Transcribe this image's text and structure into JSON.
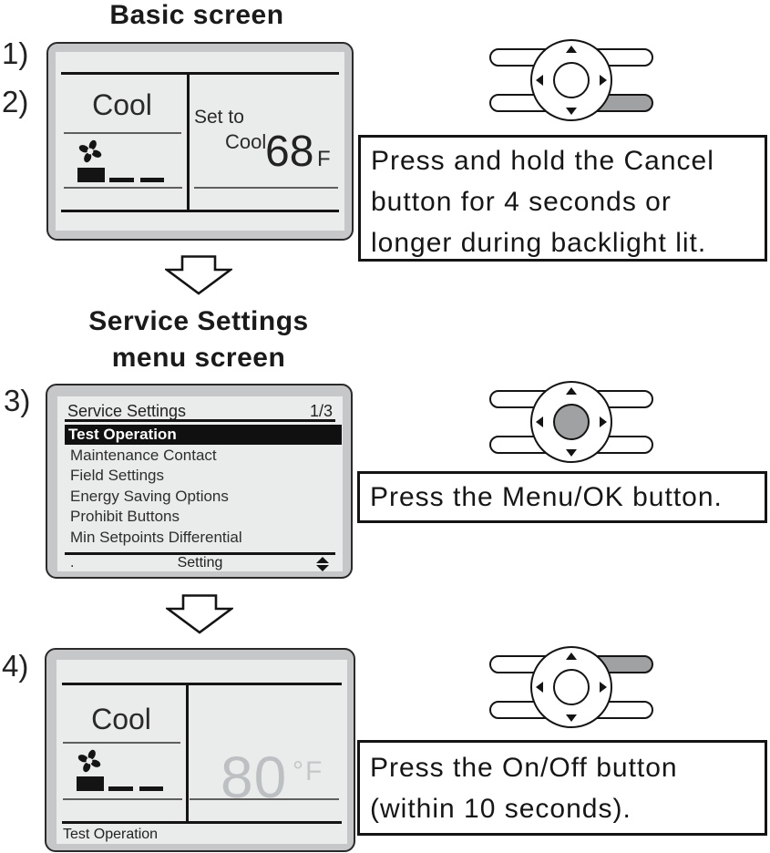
{
  "titles": {
    "basic": "Basic screen",
    "service_line1": "Service Settings",
    "service_line2": "menu screen"
  },
  "steps": [
    "1)",
    "2)",
    "3)",
    "4)"
  ],
  "basic_screen": {
    "mode": "Cool",
    "set_to_label": "Set to",
    "set_mode": "Cool",
    "set_temp": "68",
    "set_unit": "F"
  },
  "service_menu": {
    "header": "Service Settings",
    "page_indicator": "1/3",
    "items": [
      "Test Operation",
      "Maintenance Contact",
      "Field Settings",
      "Energy Saving Options",
      "Prohibit Buttons",
      "Min Setpoints Differential"
    ],
    "selected_item": "Test Operation",
    "footer_left": ".",
    "footer_center": "Setting"
  },
  "test_screen": {
    "mode": "Cool",
    "temp": "80",
    "unit": "°F",
    "footer": "Test Operation"
  },
  "callouts": {
    "cancel": {
      "lines": [
        "Press and hold the Cancel",
        "button for 4 seconds or",
        "longer during backlight lit."
      ]
    },
    "menu_ok": {
      "lines": [
        "Press the Menu/OK button."
      ]
    },
    "on_off": {
      "lines": [
        "Press the On/Off button",
        "(within 10 seconds)."
      ]
    }
  },
  "remotes": [
    {
      "highlighted_button": "cancel"
    },
    {
      "highlighted_button": "menu-ok"
    },
    {
      "highlighted_button": "on-off"
    }
  ],
  "icons": {
    "fan": "fan-icon",
    "scroll": "up-down-scroll-icon",
    "flow": "down-flow-arrow"
  },
  "colors": {
    "frame": "#c6c7c8",
    "lcd": "#eaebeb",
    "button_highlight": "#9fa1a3",
    "inactive_temp": "#bdc0c2",
    "menu_highlight": "#101010"
  }
}
